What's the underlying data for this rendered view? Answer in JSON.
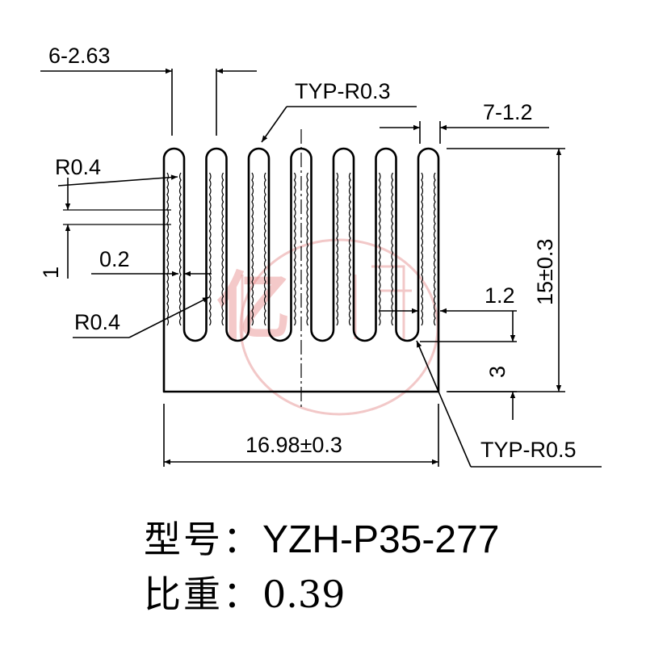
{
  "watermark": {
    "text": "亿"
  },
  "dimensions": {
    "fin_pitch": "6-2.63",
    "typ_fin_radius": "TYP-R0.3",
    "fin_thickness": "7-1.2",
    "top_radius": "R0.4",
    "tooth_height": "1",
    "tooth_depth": "0.2",
    "bottom_radius": "R0.4",
    "slot_width": "1.2",
    "height": "15±0.3",
    "base_thickness": "3",
    "typ_base_radius": "TYP-R0.5",
    "width": "16.98±0.3"
  },
  "info": {
    "model_label": "型号：",
    "model_value": "YZH-P35-277",
    "density_label": "比重：",
    "density_value": "0.39"
  }
}
